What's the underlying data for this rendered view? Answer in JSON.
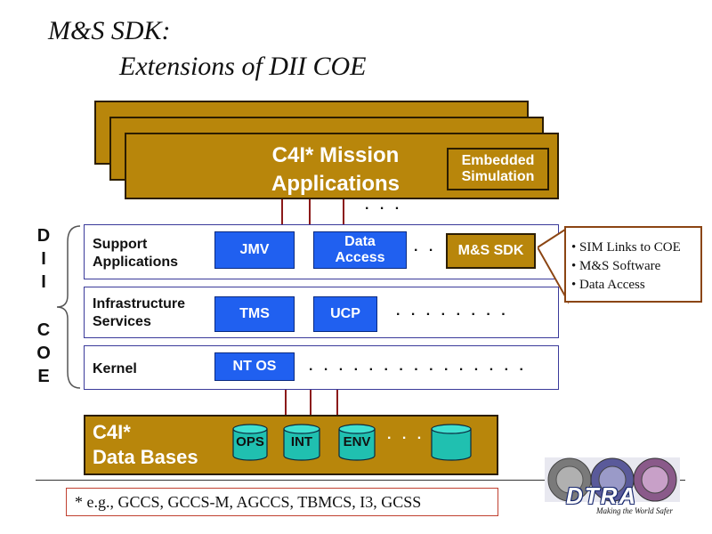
{
  "title": {
    "line1": "M&S SDK:",
    "line2": "Extensions of DII COE"
  },
  "mission": {
    "label_line1": "C4I* Mission",
    "label_line2": "Applications",
    "embedded_line1": "Embedded",
    "embedded_line2": "Simulation",
    "dots": ". . ."
  },
  "dii_coe": {
    "letters": [
      "D",
      "I",
      "I",
      "C",
      "O",
      "E"
    ]
  },
  "support": {
    "label_line1": "Support",
    "label_line2": "Applications",
    "jmv": "JMV",
    "data_access_line1": "Data",
    "data_access_line2": "Access",
    "dots": ". .",
    "ms_sdk": "M&S SDK"
  },
  "callout": {
    "items": [
      "SIM Links to COE",
      "M&S Software",
      "Data Access"
    ],
    "bullet": "•"
  },
  "infrastructure": {
    "label_line1": "Infrastructure",
    "label_line2": "Services",
    "tms": "TMS",
    "ucp": "UCP",
    "dots": ". . . . . . . ."
  },
  "kernel": {
    "label": "Kernel",
    "ntos": "NT OS",
    "dots": ". . . . . . . . . . . . . . ."
  },
  "databases": {
    "label_line1": "C4I*",
    "label_line2": "Data Bases",
    "items": [
      "OPS",
      "INT",
      "ENV",
      ""
    ],
    "dots": ". . ."
  },
  "footnote": "* e.g., GCCS, GCCS-M, AGCCS,  TBMCS, I3, GCSS",
  "logo": {
    "text": "DTRA",
    "tagline": "Making the World Safer"
  },
  "colors": {
    "gold": "#b8860b",
    "blue": "#2060f0",
    "layer_border": "#3a3a9a",
    "connector": "#8b1a1a"
  }
}
